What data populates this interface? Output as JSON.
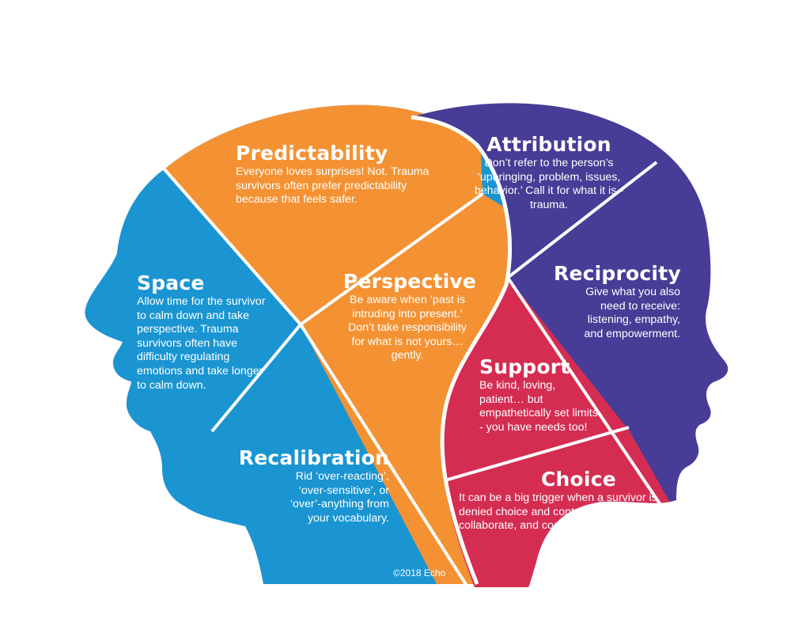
{
  "colors": {
    "space": "#1a95d2",
    "predictability": "#f49233",
    "attribution": "#473d96",
    "support": "#d52d52",
    "text": "#ffffff"
  },
  "segments": {
    "predictability": {
      "title": "Predictability",
      "text": "Everyone loves surprises! Not. Trauma survivors often prefer predictability because that feels safer."
    },
    "space": {
      "title": "Space",
      "text": "Allow time for the survivor to calm down and take perspective. Trauma survivors often have difficulty regulating emotions and take longer to calm down."
    },
    "perspective": {
      "title": "Perspective",
      "text": "Be aware when ‘past is intruding into present.’ Don’t take responsibility for what is not yours… gently."
    },
    "recalibration": {
      "title": "Recalibration",
      "text": "Rid ‘over-reacting’, ‘over-sensitive’, or ‘over’-anything from your vocabulary."
    },
    "attribution": {
      "title": "Attribution",
      "text": "Don’t refer to the person’s ‘upbringing, problem, issues, behavior.’ Call it for what it is - trauma."
    },
    "reciprocity": {
      "title": "Reciprocity",
      "text": "Give what you also need to receive: listening, empathy, and empowerment."
    },
    "support": {
      "title": "Support",
      "text": "Be kind, loving, patient… but empathetically set limits - you have needs too!"
    },
    "choice": {
      "title": "Choice",
      "text": "It can be a big trigger when a survivor is denied choice and control. Confer, collaborate, and cooperate."
    }
  },
  "copyright": "©2018 Echo"
}
